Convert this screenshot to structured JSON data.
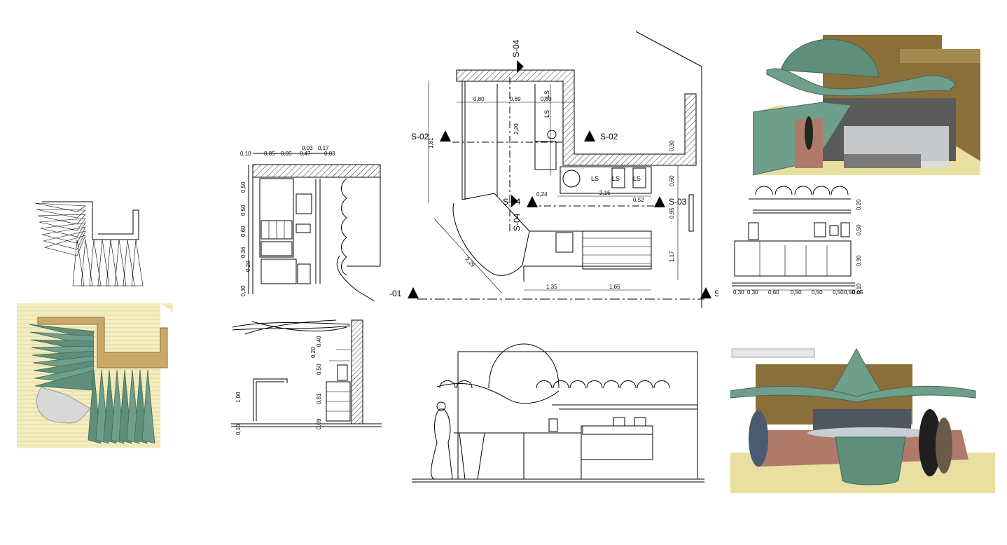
{
  "plan": {
    "section_marks": [
      "S-04",
      "S-02",
      "S-02",
      "S-03",
      "S-04",
      "S-04",
      "-01",
      "S"
    ],
    "room_labels": [
      "LS",
      "LS",
      "LS",
      "LS",
      "LS"
    ],
    "dims": [
      "0,80",
      "0,89",
      "0,60",
      "2,20",
      "0,30",
      "0,60",
      "2,15",
      "0,24",
      "0,52",
      "0,95",
      "1,17",
      "1,35",
      "1,65",
      "2,29",
      "1,81"
    ]
  },
  "elevation_left": {
    "top_dims": [
      "0,10",
      "0,85",
      "0,05",
      "0,03",
      "0,47",
      "0,17",
      "0,03"
    ],
    "side_dims": [
      "0,50",
      "0,50",
      "0,60",
      "0,36",
      "0,20",
      "0,30"
    ]
  },
  "section_small": {
    "dims": [
      "0,40",
      "0,20",
      "0,50",
      "0,81",
      "0,09",
      "1,00",
      "0,10"
    ]
  },
  "elevation_right": {
    "side_dims": [
      "0,20",
      "0,50",
      "0,90",
      "0,10"
    ],
    "bottom_dims": [
      "0,30",
      "0,30",
      "0,60",
      "0,50",
      "0,50",
      "0,50",
      "0,50",
      "0,05"
    ]
  },
  "colors": {
    "canopy_green": "#6f9e8a",
    "canopy_dark": "#4e7a68",
    "wall_tan": "#c9a86a",
    "floor_cream": "#f3edc0",
    "wall_brown": "#8b6f3a"
  }
}
